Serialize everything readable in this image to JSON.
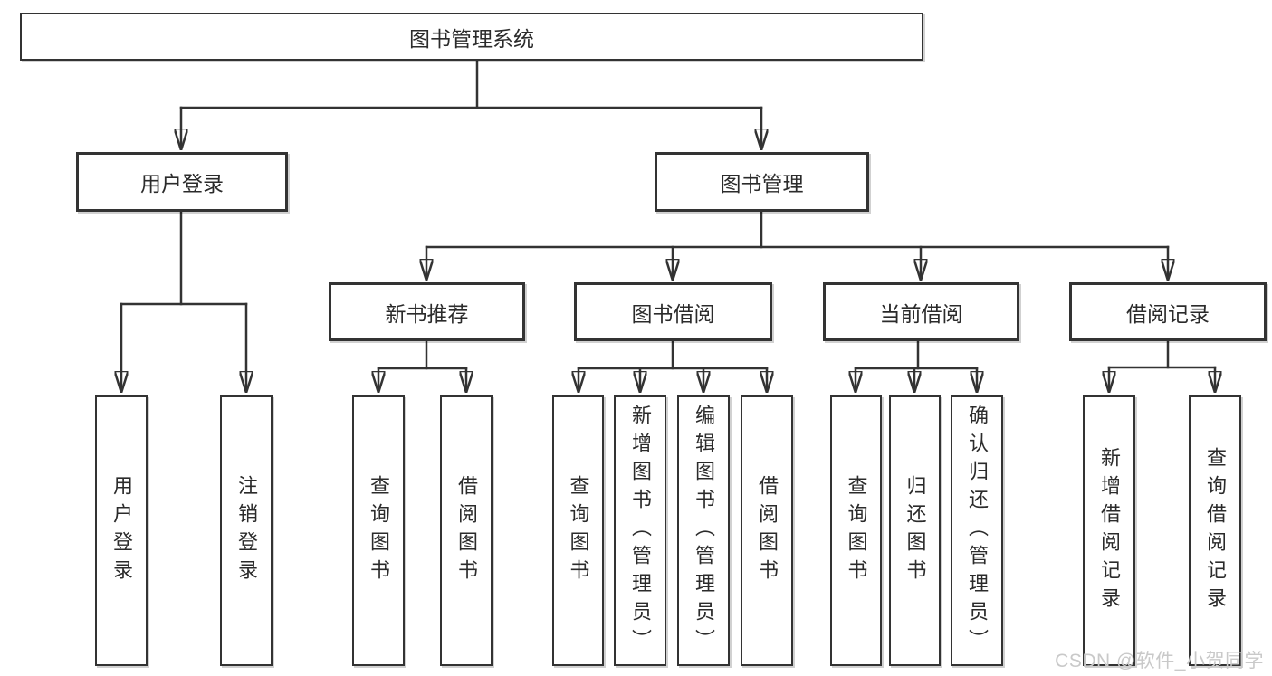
{
  "diagram": {
    "root": {
      "label": "图书管理系统"
    },
    "branches": [
      {
        "label": "用户登录",
        "children": [
          {
            "label": "用户登录"
          },
          {
            "label": "注销登录"
          }
        ]
      },
      {
        "label": "图书管理",
        "children": [
          {
            "label": "新书推荐",
            "children": [
              {
                "label": "查询图书"
              },
              {
                "label": "借阅图书"
              }
            ]
          },
          {
            "label": "图书借阅",
            "children": [
              {
                "label": "查询图书"
              },
              {
                "label": "新增图书（管理员）"
              },
              {
                "label": "编辑图书（管理员）"
              },
              {
                "label": "借阅图书"
              }
            ]
          },
          {
            "label": "当前借阅",
            "children": [
              {
                "label": "查询图书"
              },
              {
                "label": "归还图书"
              },
              {
                "label": "确认归还（管理员）"
              }
            ]
          },
          {
            "label": "借阅记录",
            "children": [
              {
                "label": "新增借阅记录"
              },
              {
                "label": "查询借阅记录"
              }
            ]
          }
        ]
      }
    ]
  },
  "colors": {
    "line": "#333333",
    "box_border": "#333333",
    "text": "#2b2b2b",
    "watermark": "#c9c9c9",
    "background": "#ffffff"
  },
  "watermark": {
    "text": "CSDN @软件_小贺同学"
  }
}
